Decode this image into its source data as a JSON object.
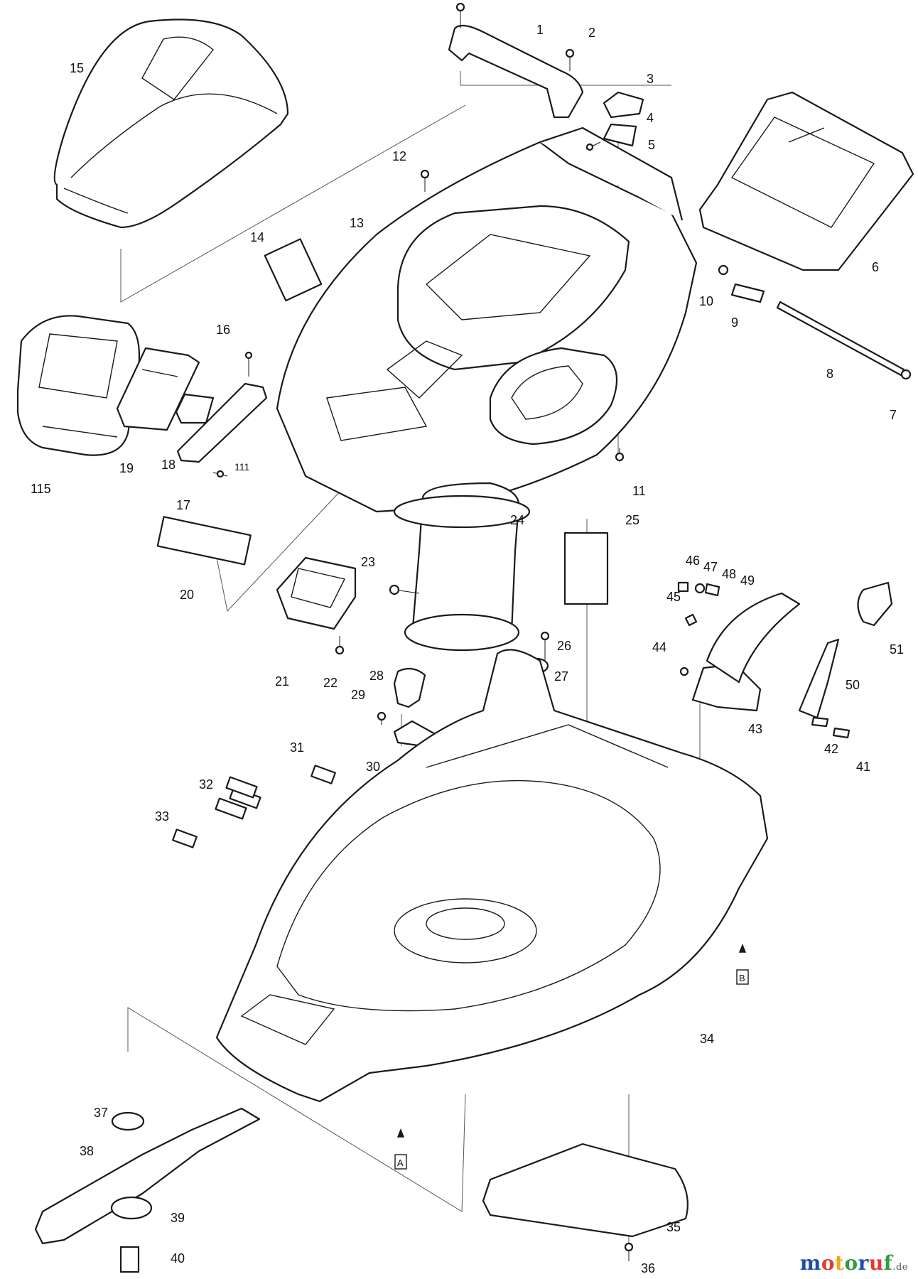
{
  "diagram": {
    "callouts": [
      "1",
      "2",
      "3",
      "4",
      "5",
      "6",
      "7",
      "8",
      "9",
      "10",
      "11",
      "12",
      "13",
      "14",
      "15",
      "16",
      "17",
      "18",
      "19",
      "20",
      "21",
      "22",
      "23",
      "24",
      "25",
      "26",
      "27",
      "28",
      "29",
      "30",
      "31",
      "32",
      "33",
      "34",
      "35",
      "36",
      "37",
      "38",
      "39",
      "40",
      "41",
      "42",
      "43",
      "44",
      "45",
      "46",
      "47",
      "48",
      "49",
      "50",
      "51",
      "111",
      "115"
    ],
    "markers": [
      "A",
      "B"
    ]
  },
  "watermark": {
    "letters": [
      "m",
      "o",
      "t",
      "o",
      "r",
      "u",
      "f"
    ],
    "colors": [
      "#1f4fa5",
      "#e23b2e",
      "#f2a515",
      "#2f9e3e",
      "#1f4fa5",
      "#e23b2e",
      "#2f9e3e"
    ],
    "suffix": ".de"
  }
}
